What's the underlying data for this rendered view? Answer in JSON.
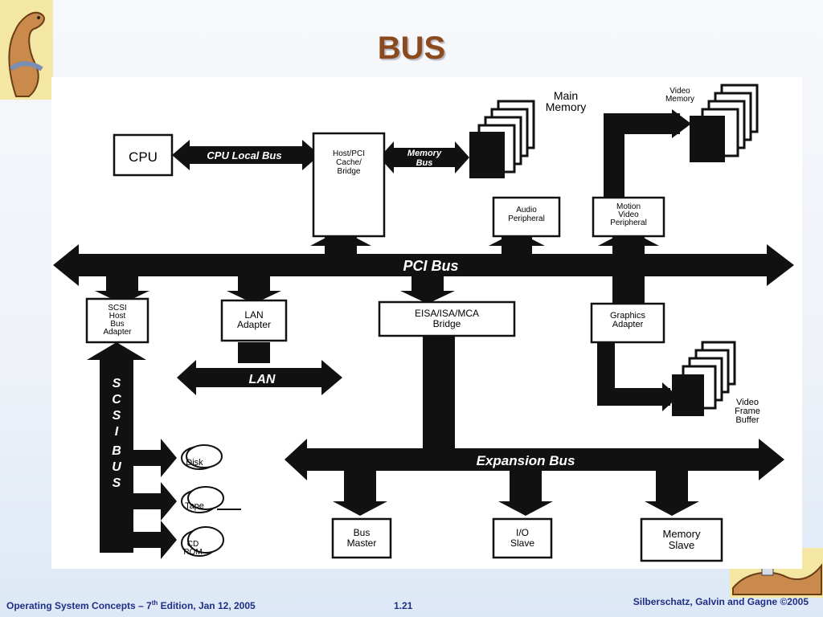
{
  "slide": {
    "title": "BUS",
    "footer_left_prefix": "Operating System Concepts – 7",
    "footer_left_sup": "th",
    "footer_left_suffix": " Edition, Jan 12, 2005",
    "footer_center": "1.21",
    "footer_right": "Silberschatz, Galvin and Gagne ©2005"
  },
  "diagram": {
    "cpu": "CPU",
    "cpu_local_bus": "CPU Local Bus",
    "host_pci": [
      "Host/PCI",
      "Cache/",
      "Bridge"
    ],
    "memory_bus": [
      "Memory",
      "Bus"
    ],
    "main_memory": [
      "Main",
      "Memory"
    ],
    "video_memory": [
      "Video",
      "Memory"
    ],
    "audio_peripheral": [
      "Audio",
      "Peripheral"
    ],
    "motion_video": [
      "Motion",
      "Video",
      "Peripheral"
    ],
    "pci_bus": "PCI Bus",
    "scsi_adapter": [
      "SCSI",
      "Host",
      "Bus",
      "Adapter"
    ],
    "lan_adapter": [
      "LAN",
      "Adapter"
    ],
    "eisa_bridge": [
      "EISA/ISA/MCA",
      "Bridge"
    ],
    "graphics_adapter": [
      "Graphics",
      "Adapter"
    ],
    "lan": "LAN",
    "scsi_bus": [
      "S",
      "C",
      "S",
      "I",
      "B",
      "U",
      "S"
    ],
    "video_frame_buffer": [
      "Video",
      "Frame",
      "Buffer"
    ],
    "expansion_bus": "Expansion Bus",
    "disk": "Disk",
    "tape": "Tape",
    "cdrom": [
      "CD",
      "ROM"
    ],
    "bus_master": [
      "Bus",
      "Master"
    ],
    "io_slave": [
      "I/O",
      "Slave"
    ],
    "memory_slave": [
      "Memory",
      "Slave"
    ]
  }
}
